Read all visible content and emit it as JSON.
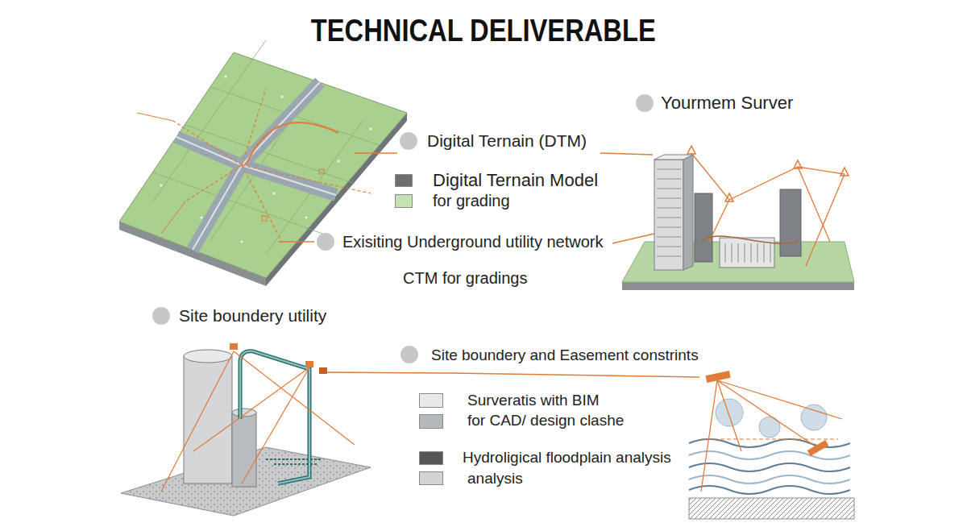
{
  "diagram": {
    "title": "TECHNICAL DELIVERABLE",
    "labels": [
      "Yourmem Surver",
      "Digital Ternain (DTM)",
      "Exisiting Underground utility network",
      "CTM for gradings",
      "Site boundery utility",
      "Site boundery and Easement constrints"
    ],
    "legend": [
      {
        "text": "Digital Ternain Model",
        "color": "#6d6e70"
      },
      {
        "text": "for grading",
        "color": "#c5e3b2"
      },
      {
        "text": "Surveratis with BIM",
        "color": "#e8e9ea"
      },
      {
        "text": "for CAD/ design clashe",
        "color": "#b3b9bd"
      },
      {
        "text": "Hydroligical floodplain analysis",
        "color": "#545658"
      },
      {
        "text": "analysis",
        "color": "#d2d3d4"
      }
    ]
  }
}
